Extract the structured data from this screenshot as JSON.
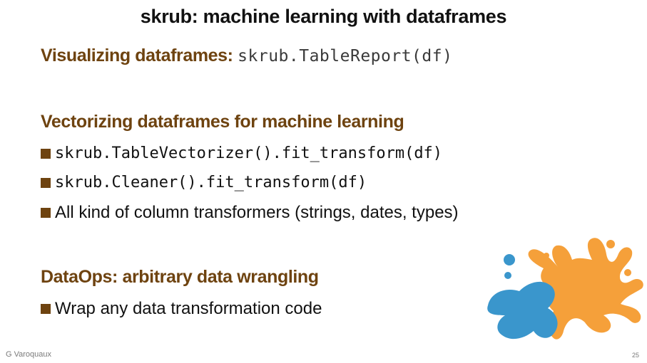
{
  "slide": {
    "title": "skrub: machine learning with dataframes",
    "visualizing": {
      "label": "Visualizing dataframes:",
      "code": "skrub.TableReport(df)"
    },
    "vectorizing": {
      "heading": "Vectorizing dataframes for machine learning",
      "bullets": [
        "skrub.TableVectorizer().fit_transform(df)",
        "skrub.Cleaner().fit_transform(df)",
        "All kind of column transformers (strings, dates, types)"
      ]
    },
    "dataops": {
      "heading": "DataOps: arbitrary data wrangling",
      "bullets": [
        "Wrap any data transformation code"
      ]
    }
  },
  "footer": {
    "author": "G Varoquaux",
    "page": "25"
  },
  "colors": {
    "heading": "#6e4310",
    "splash_orange": "#f5a03a",
    "splash_blue": "#3a96cc"
  },
  "icons": {
    "bullet": "square-bullet-icon",
    "logo": "paint-splash-logo"
  }
}
